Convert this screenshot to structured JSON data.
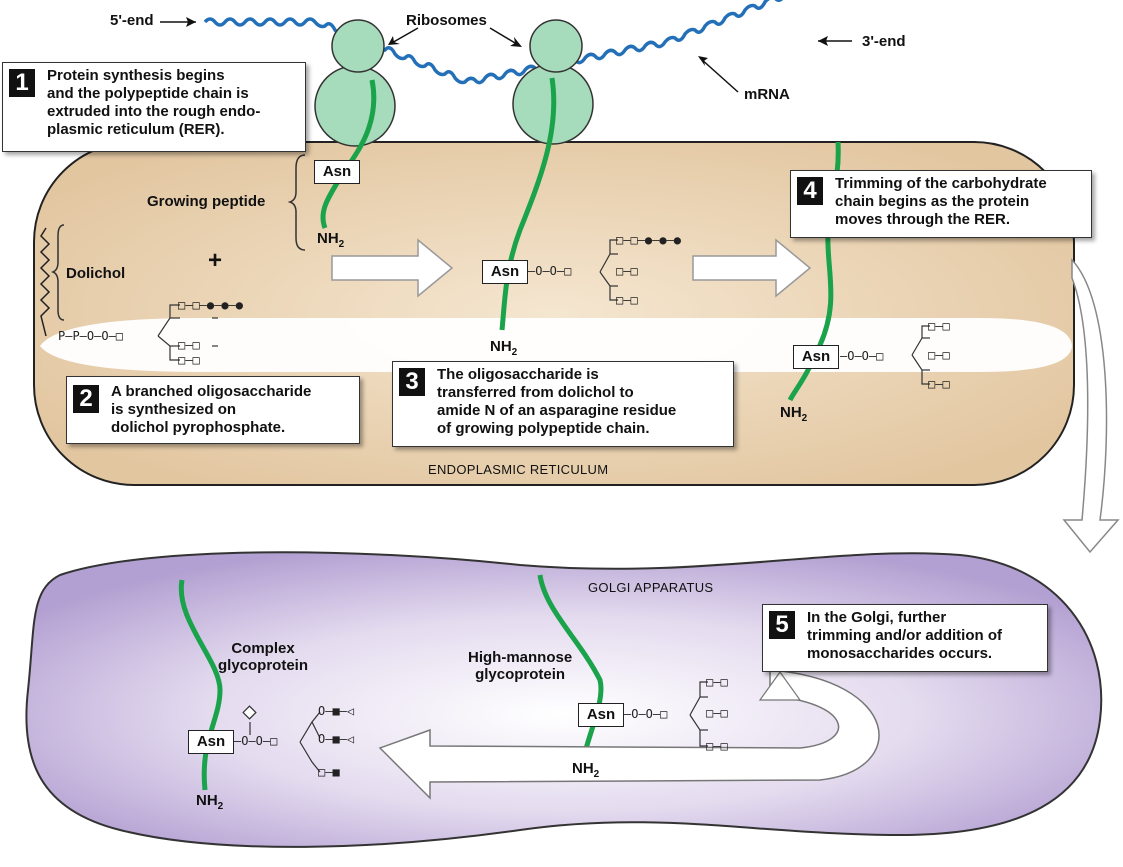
{
  "labels": {
    "five_end": "5'-end",
    "three_end": "3'-end",
    "ribosomes": "Ribosomes",
    "mrna": "mRNA",
    "growing_peptide": "Growing peptide",
    "dolichol": "Dolichol",
    "plus": "+",
    "er": "ENDOPLASMIC RETICULUM",
    "golgi": "GOLGI APPARATUS",
    "complex_glyco": "Complex\nglycoprotein",
    "high_mannose": "High-mannose\nglycoprotein",
    "asn": "Asn",
    "nh": "NH",
    "sub2": "2"
  },
  "steps": [
    {
      "num": "1",
      "text": "Protein synthesis begins\nand the polypeptide chain is\nextruded into the rough endo-\nplasmic reticulum (RER)."
    },
    {
      "num": "2",
      "text": "A branched oligosaccharide\nis synthesized on\ndolichol pyrophosphate."
    },
    {
      "num": "3",
      "text": "The oligosaccharide is\ntransferred from dolichol to\namide N of an asparagine residue\nof growing polypeptide chain."
    },
    {
      "num": "4",
      "text": "Trimming of the carbohydrate\nchain begins as the protein\nmoves through the RER."
    },
    {
      "num": "5",
      "text": "In the Golgi, further\ntrimming and/or addition of\nmonosaccharides occurs."
    }
  ],
  "sugar_chains": {
    "dolichol_link": "P–P–O–O–□",
    "core": "–O–O–□",
    "branch_full": "□–□–●–●–●",
    "branch_pair": "□–□",
    "complex_terminal": "O–■–◁",
    "complex_end": "□–■"
  },
  "colors": {
    "er_fill": "#e6cda8",
    "golgi_fill": "#c6b6de",
    "ribosome": "#a6dcbb",
    "peptide": "#1aa34a",
    "mrna": "#2470b8"
  }
}
